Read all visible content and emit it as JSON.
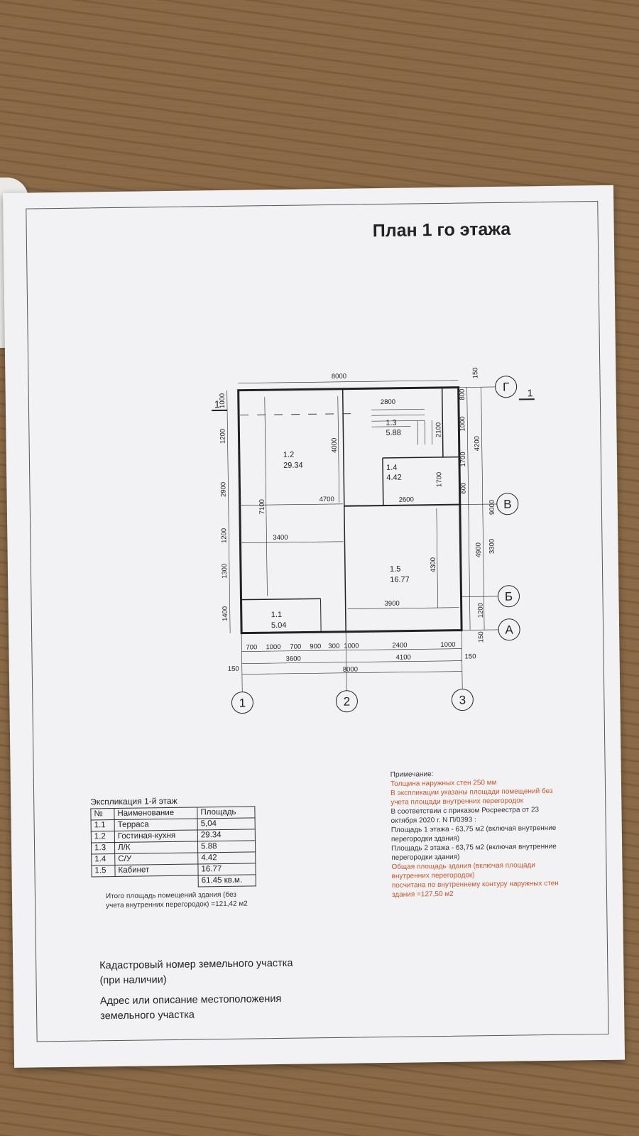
{
  "title": "План 1 го этажа",
  "plan": {
    "rooms": [
      {
        "num": "1.1",
        "area": "5.04"
      },
      {
        "num": "1.2",
        "area": "29.34"
      },
      {
        "num": "1.3",
        "area": "5.88"
      },
      {
        "num": "1.4",
        "area": "4.42"
      },
      {
        "num": "1.5",
        "area": "16.77"
      }
    ],
    "dims_top": {
      "total": "8000",
      "stair": "2800",
      "d150": "150"
    },
    "dims_right": [
      "150",
      "800",
      "1000",
      "1700",
      "600",
      "3300",
      "1200",
      "150"
    ],
    "dims_right_group": [
      "4200",
      "4900"
    ],
    "dims_right_total": "9000",
    "dims_left": [
      "1000",
      "1200",
      "2900",
      "1200",
      "1300",
      "1400"
    ],
    "dims_inner": [
      "4000",
      "2100",
      "1700",
      "4700",
      "2600",
      "7100",
      "3400",
      "4300",
      "3900"
    ],
    "dims_bottom_row1": [
      "700",
      "1000",
      "700",
      "900",
      "300",
      "1000",
      "2400",
      "1000"
    ],
    "dims_bottom_row2": {
      "left150": "150",
      "a": "3600",
      "b": "4100",
      "right150": "150"
    },
    "dims_bottom_total": "8000",
    "axes_x": [
      "1",
      "2",
      "3"
    ],
    "axes_y": [
      "Г",
      "В",
      "Б",
      "А"
    ],
    "section": "1"
  },
  "explication": {
    "title": "Экспликация 1-й этаж",
    "headers": [
      "№",
      "Наименование",
      "Площадь"
    ],
    "rows": [
      [
        "1.1",
        "Терраса",
        "5,04"
      ],
      [
        "1.2",
        "Гостиная-кухня",
        "29.34"
      ],
      [
        "1.3",
        "Л/К",
        "5.88"
      ],
      [
        "1.4",
        "С/У",
        "4.42"
      ],
      [
        "1.5",
        "Кабинет",
        "16.77"
      ]
    ],
    "total": "61.45 кв.м.",
    "note": "Итого площадь помещений здания (без учета внутренних перегородок) =121,42 м2"
  },
  "notes": {
    "n1": "Примечание:",
    "n2": "Толщина наружных стен 250 мм",
    "n3": "В экспликации указаны площади помещений без учета площади внутренних перегородок",
    "n4": "В соответствии с приказом Росреестра от 23 октября 2020 г. N П/0393 :",
    "n5": "Площадь 1 этажа - 63,75 м2 (включая внутренние перегородки здания)",
    "n6": "Площадь 2 этажа - 63,75 м2 (включая внутренние перегородки здания)",
    "n7": "Общая площадь здания (включая площади внутренних перегородок)",
    "n8": "посчитана по внутреннему контуру наружных стен здания =127,50 м2"
  },
  "bottom": {
    "cadastral": "Кадастровый номер земельного участка (при наличии)",
    "address": "Адрес или описание местоположения земельного участка"
  },
  "colors": {
    "paper": "#f2f2f4",
    "wood": "#8a6a47",
    "note_orange": "#c8552a"
  }
}
